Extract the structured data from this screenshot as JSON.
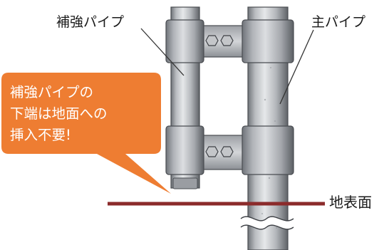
{
  "labels": {
    "reinforcement_pipe": "補強パイプ",
    "main_pipe": "主パイプ",
    "ground_surface": "地表面"
  },
  "callout": {
    "lines": [
      "補強パイプの",
      "下端は地面への",
      "挿入不要!"
    ]
  },
  "colors": {
    "callout_fill": "#ee7d32",
    "ground_line": "#8b2b2b",
    "pipe_body": "#c3c5c8",
    "clamp_body": "#b3b6ba"
  }
}
